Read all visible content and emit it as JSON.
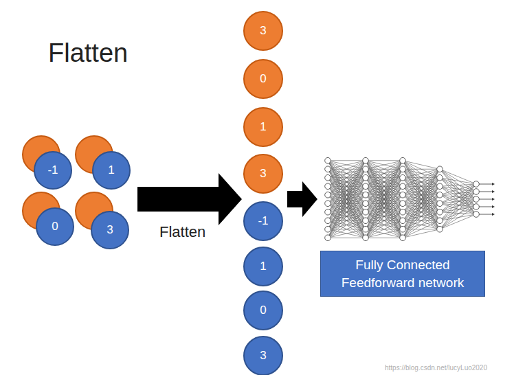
{
  "diagram": {
    "title": "Flatten",
    "nodes": [
      {
        "text": [
          "-1"
        ]
      },
      {
        "text": [
          "1"
        ]
      },
      {
        "text": [
          "0"
        ]
      },
      {
        "text": [
          "3"
        ]
      },
      {
        "text": [
          "3"
        ]
      },
      {
        "text": [
          "0"
        ]
      },
      {
        "text": [
          "1"
        ]
      },
      {
        "text": [
          "3"
        ]
      },
      {
        "text": [
          "-1"
        ]
      },
      {
        "text": [
          "1"
        ]
      },
      {
        "text": [
          "0"
        ]
      },
      {
        "text": [
          "3"
        ]
      },
      {
        "text": [
          "Fully Connected Feedforward network"
        ]
      }
    ],
    "labels": [
      "Flatten",
      "https://blog.csdn.net/lucyLuo2020"
    ]
  }
}
